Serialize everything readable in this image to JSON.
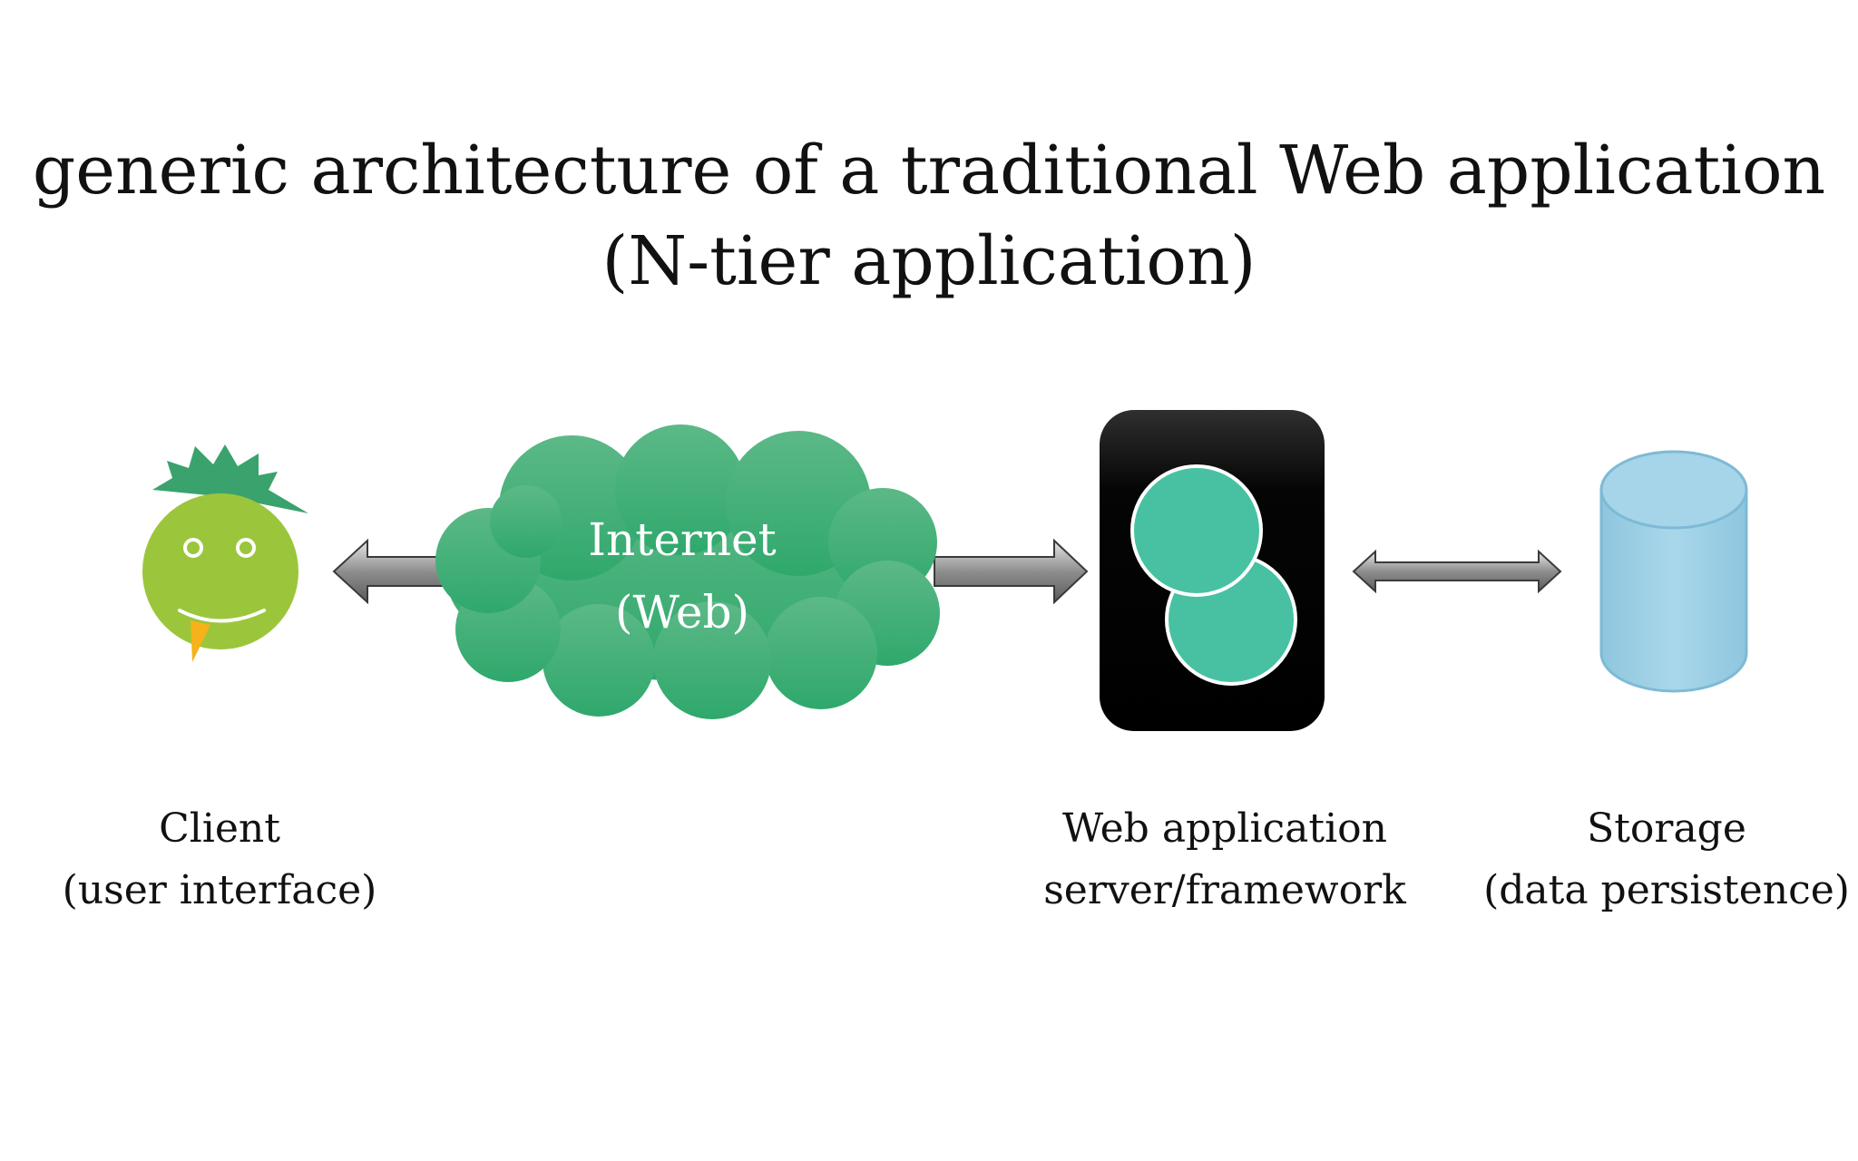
{
  "title": {
    "line1": "generic architecture of a traditional Web application",
    "line2": "(N-tier application)"
  },
  "nodes": {
    "client": {
      "label_line1": "Client",
      "label_line2": "(user interface)",
      "icon": "smiley-face-icon",
      "color": "#9bc63c"
    },
    "internet": {
      "label_line1": "Internet",
      "label_line2": "(Web)",
      "icon": "cloud-icon",
      "color": "#3fae74"
    },
    "server": {
      "label_line1": "Web application",
      "label_line2": "server/framework",
      "icon": "server-logo-icon",
      "color": "#47c1a2"
    },
    "storage": {
      "label_line1": "Storage",
      "label_line2": "(data persistence)",
      "icon": "database-cylinder-icon",
      "color": "#9dd0e6"
    }
  },
  "connectors": [
    {
      "from": "internet",
      "to": "client",
      "icon": "left-arrow-icon"
    },
    {
      "from": "internet",
      "to": "server",
      "icon": "right-arrow-icon"
    },
    {
      "from": "server",
      "to": "storage",
      "icon": "double-arrow-icon"
    }
  ]
}
